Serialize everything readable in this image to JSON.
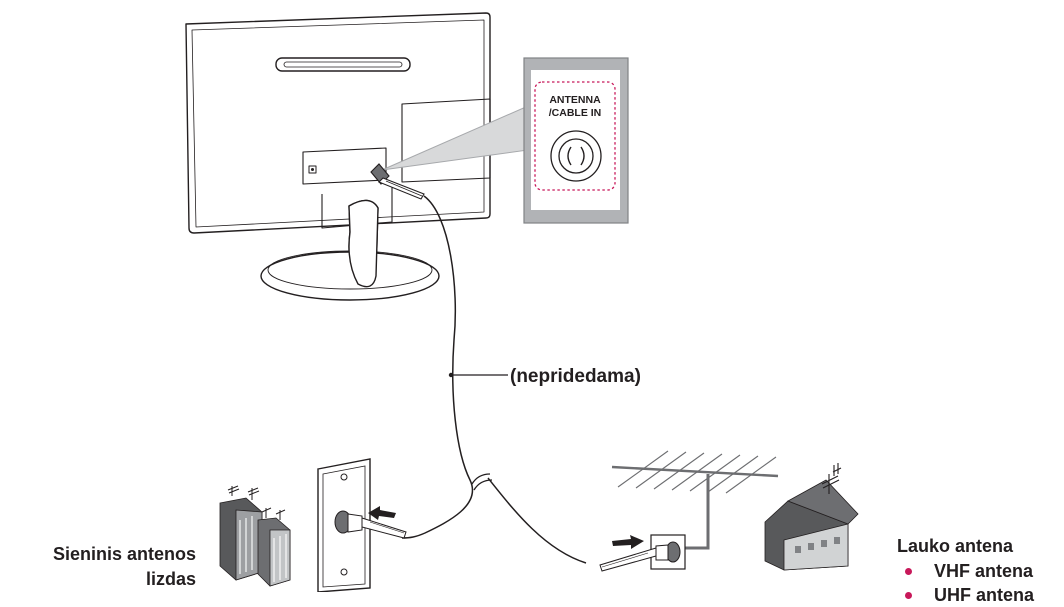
{
  "port_label": {
    "line1": "ANTENNA",
    "line2": "/CABLE IN"
  },
  "cable_label": "(nepridedama)",
  "wall_outlet": {
    "line1": "Sieninis antenos",
    "line2": "lizdas"
  },
  "outdoor_antenna": {
    "title": "Lauko antena",
    "items": [
      {
        "label": "VHF antena"
      },
      {
        "label": "UHF antena"
      }
    ]
  },
  "colors": {
    "line": "#231f20",
    "dashed_highlight": "#c8185a",
    "bullet": "#c8185a",
    "panel_gray": "#a7a9ac",
    "building_dark": "#58595b"
  }
}
